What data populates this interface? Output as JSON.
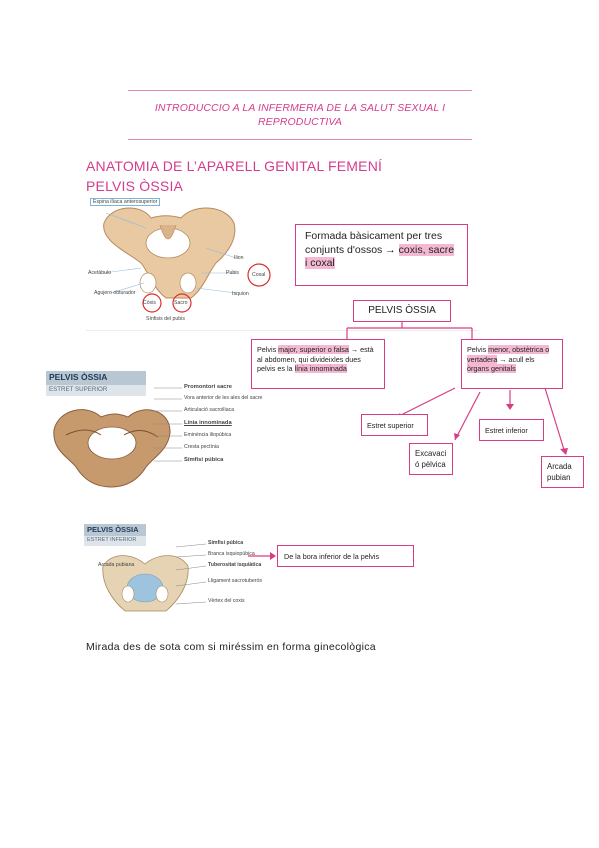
{
  "header": {
    "line1": "INTRODUCCIO A LA INFERMERIA DE LA SALUT SEXUAL I",
    "line2": "REPRODUCTIVA"
  },
  "title": {
    "line1": "ANATOMIA DE L’APARELL GENITAL FEMENÍ",
    "line2": "PELVIS ÒSSIA"
  },
  "figure1": {
    "labels": [
      "Espina ilíaca anterosuperior",
      "Acetàbulo",
      "Agujero obturador",
      "Cóxis",
      "Sacro",
      "Sínfisis del pubis",
      "Ilion",
      "Pubis",
      "Coxal",
      "Isquion"
    ]
  },
  "box_formada": {
    "text": "Formada bàsicament per tres conjunts d'ossos → ",
    "highlight": "coxis, sacre i coxal"
  },
  "pelvis_ossia_box": "PELVIS ÒSSIA",
  "pelvis_major": {
    "prefix": "Pelvis ",
    "highlight": "major, superior o falsa",
    "middle": " → està al abdomen, qui divideixles dues pelvis es la ",
    "highlight2": "línia innominada"
  },
  "pelvis_menor": {
    "prefix": "Pelvis ",
    "highlight": "menor, obstètrica o vertadera",
    "middle": " → acull els ",
    "highlight2": "òrgans genitals"
  },
  "estret_superior_box": "Estret superior",
  "estret_inferior_box": "Estret inferior",
  "excavacio_box": "Excavaci ó pèlvica",
  "arcada_box": "Arcada pubian",
  "figure2": {
    "banner": "PELVIS ÒSSIA",
    "subbanner": "ESTRET SUPERIOR",
    "labels": [
      "Promontori sacre",
      "Vora anterior de les ales del sacre",
      "Articulació sacroilíaca",
      "Línia innominada",
      "Eminència iliopúbica",
      "Cresta pectínia",
      "Símfisi púbica"
    ]
  },
  "figure3": {
    "banner": "PELVIS ÒSSIA",
    "subbanner": "ESTRET INFERIOR",
    "labels": [
      "Símfisi púbica",
      "Branca isquiopúbica",
      "Tuberositat isquiàtica",
      "Lligament sacrotuberós",
      "Vèrtex del coxis",
      "Arcada pubiana"
    ]
  },
  "box_bora": "De la bora inferior de la pelvis",
  "caption": "Mirada des de sota com si miréssim en forma ginecològica",
  "colors": {
    "accent": "#d43c8c",
    "highlight": "#f4b8d2",
    "bone": "#e8c9a2"
  }
}
